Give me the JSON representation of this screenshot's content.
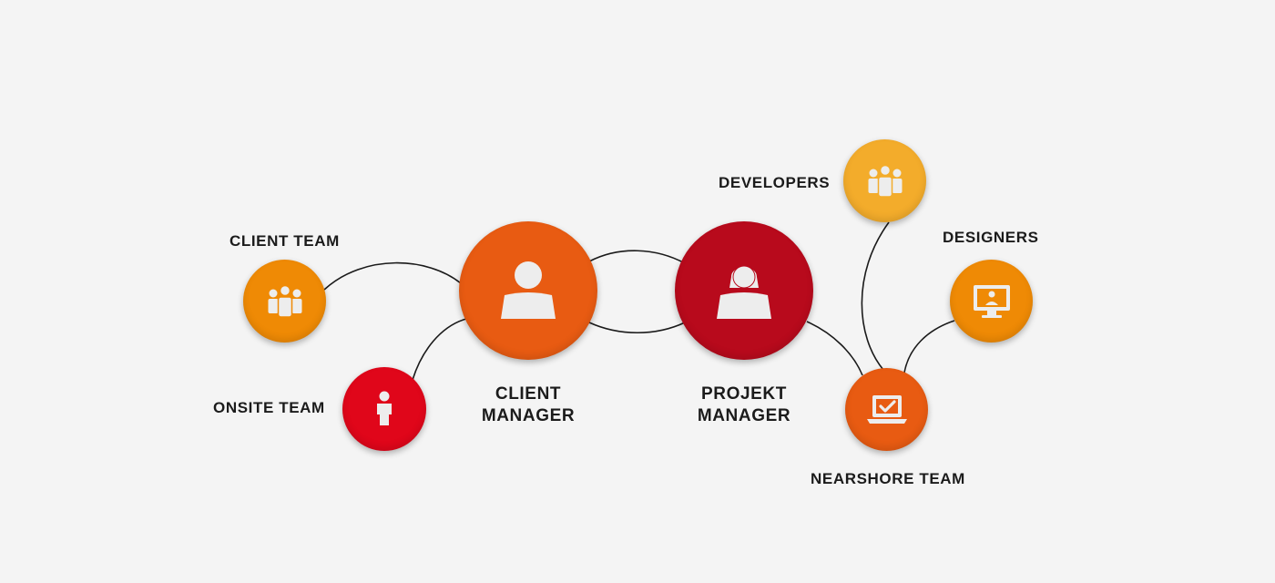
{
  "colors": {
    "background": "#f4f4f4",
    "line": "#1a1a1a",
    "orange": "#ef8a05",
    "orange_dark": "#e85b12",
    "red_bright": "#e0061a",
    "red_dark": "#b80a1c",
    "yellow": "#f3ac2b",
    "icon_fill": "#ededed"
  },
  "nodes": {
    "client_team": {
      "label": "CLIENT TEAM",
      "icon": "group-icon"
    },
    "onsite_team": {
      "label": "ONSITE TEAM",
      "icon": "person-icon"
    },
    "client_manager": {
      "label_line1": "CLIENT",
      "label_line2": "MANAGER",
      "icon": "male-user-icon"
    },
    "projekt_manager": {
      "label_line1": "PROJEKT",
      "label_line2": "MANAGER",
      "icon": "female-user-icon"
    },
    "developers": {
      "label": "DEVELOPERS",
      "icon": "group-icon"
    },
    "designers": {
      "label": "DESIGNERS",
      "icon": "monitor-user-icon"
    },
    "nearshore_team": {
      "label": "NEARSHORE TEAM",
      "icon": "laptop-check-icon"
    }
  },
  "edges": [
    [
      "client_team",
      "client_manager"
    ],
    [
      "onsite_team",
      "client_manager"
    ],
    [
      "client_manager",
      "projekt_manager"
    ],
    [
      "client_manager",
      "projekt_manager"
    ],
    [
      "projekt_manager",
      "nearshore_team"
    ],
    [
      "developers",
      "nearshore_team"
    ],
    [
      "designers",
      "nearshore_team"
    ]
  ]
}
